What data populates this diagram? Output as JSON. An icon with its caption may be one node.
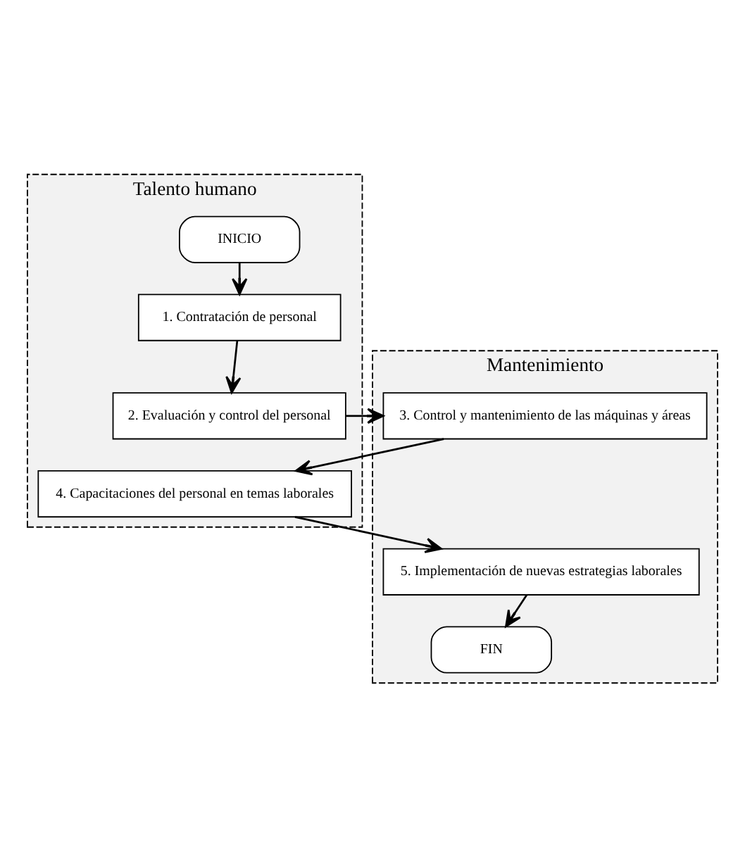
{
  "diagram": {
    "nodes": [
      {
        "text": [
          "Talento humano"
        ]
      },
      {
        "text": [
          "Mantenimiento"
        ]
      },
      {
        "text": [
          "INICIO"
        ],
        "in": 0
      },
      {
        "text": [
          "1. Contratación de personal"
        ],
        "in": 0
      },
      {
        "text": [
          "2. Evaluación y control del personal"
        ],
        "in": 0
      },
      {
        "text": [
          "3. Control y mantenimiento de las máquinas y áreas"
        ],
        "in": 1
      },
      {
        "text": [
          "4. Capacitaciones del personal en temas laborales"
        ],
        "in": 0
      },
      {
        "text": [
          "5. Implementación de nuevas estrategias laborales"
        ],
        "in": 1
      },
      {
        "text": [
          "FIN"
        ],
        "in": 1
      }
    ],
    "edges": [
      {
        "from": 2,
        "to": 3,
        "arrow": "to"
      },
      {
        "from": 3,
        "to": 4,
        "arrow": "to"
      },
      {
        "from": 4,
        "to": 5,
        "arrow": "to"
      },
      {
        "from": 5,
        "to": 6,
        "arrow": "to"
      },
      {
        "from": 6,
        "to": 7,
        "arrow": "to"
      },
      {
        "from": 7,
        "to": 8,
        "arrow": "to"
      }
    ]
  }
}
